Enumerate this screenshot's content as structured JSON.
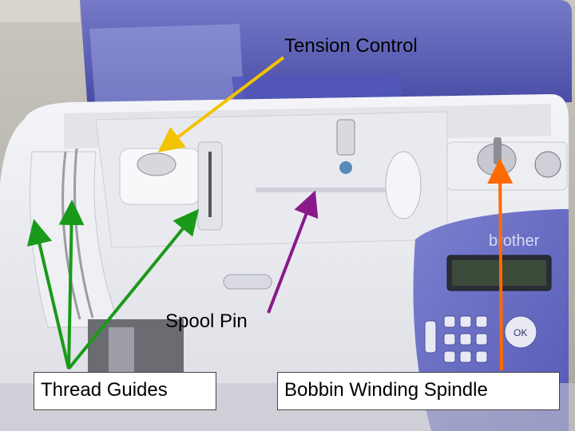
{
  "labels": {
    "tension_control": "Tension Control",
    "spool_pin": "Spool Pin",
    "thread_guides": "Thread Guides",
    "bobbin_winding_spindle": "Bobbin Winding Spindle"
  },
  "machine": {
    "brand": "brother",
    "keypad_ok": "OK"
  },
  "colors": {
    "tension_arrow": "#f2c300",
    "thread_guide_arrows": "#1a9a1a",
    "spool_arrow": "#8a1a8a",
    "bobbin_arrow": "#ff6a00",
    "machine_body": "#ecedf2",
    "accent_blue": "#6b70c8"
  }
}
